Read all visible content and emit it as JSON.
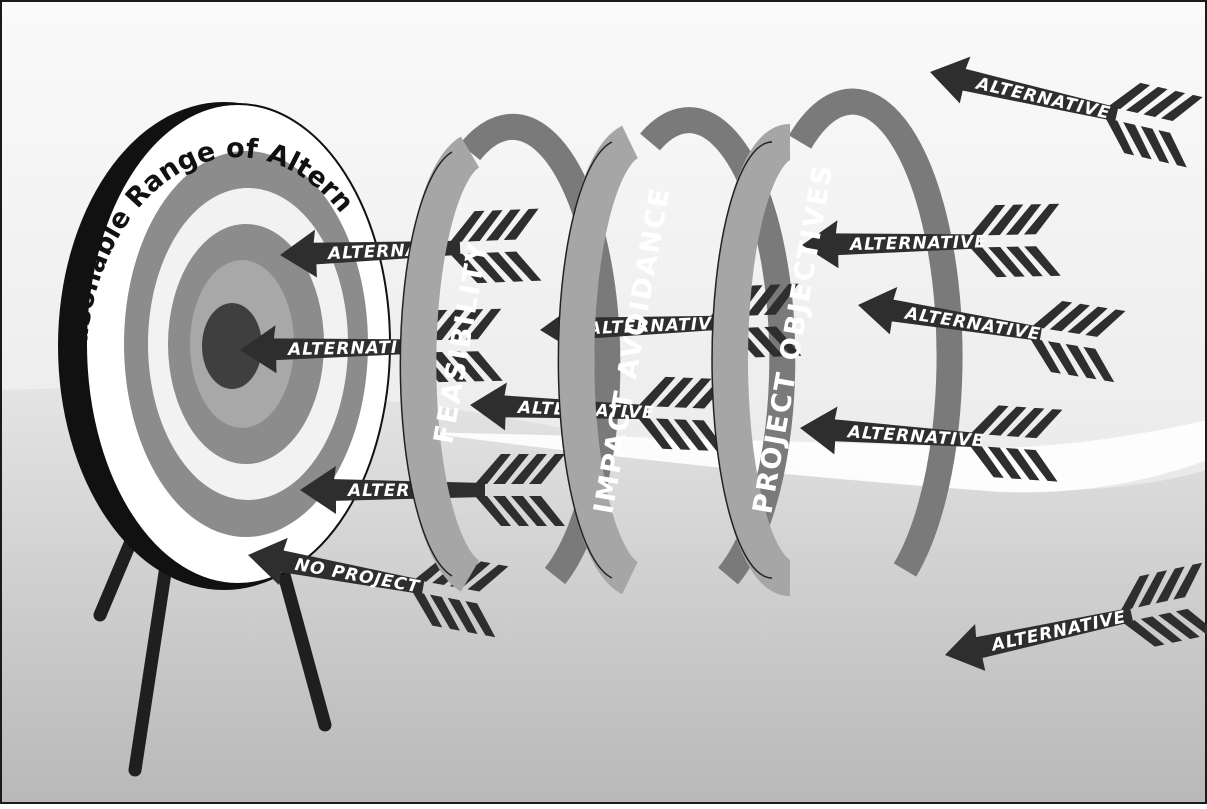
{
  "target": {
    "title": "Reasonable Range of Alternatives"
  },
  "rings": [
    {
      "label": "FEASIBILITY"
    },
    {
      "label": "IMPACT AVOIDANCE"
    },
    {
      "label": "PROJECT OBJECTIVES"
    }
  ],
  "arrows": [
    {
      "label": "ALTERNATIVE"
    },
    {
      "label": "ALTERNATIVE"
    },
    {
      "label": "ALTERNATIVE"
    },
    {
      "label": "ALTERNATIVE"
    },
    {
      "label": "ALTERNA"
    },
    {
      "label": "ALTERNATI"
    },
    {
      "label": "ALTERNATIVE"
    },
    {
      "label": "ALTERNATIVE"
    },
    {
      "label": "ALTERNATIVE"
    },
    {
      "label": "ALTER"
    },
    {
      "label": "NO PROJECT"
    }
  ],
  "colors": {
    "sky": "#f5f5f5",
    "ground_dark": "#b9b9b9",
    "ground_light": "#e6e6e6",
    "ring_outer": "#7a7a7a",
    "ring_inner": "#a5a5a5",
    "arrow": "#2e2e2e",
    "bullseye": "#3f3f3f"
  }
}
